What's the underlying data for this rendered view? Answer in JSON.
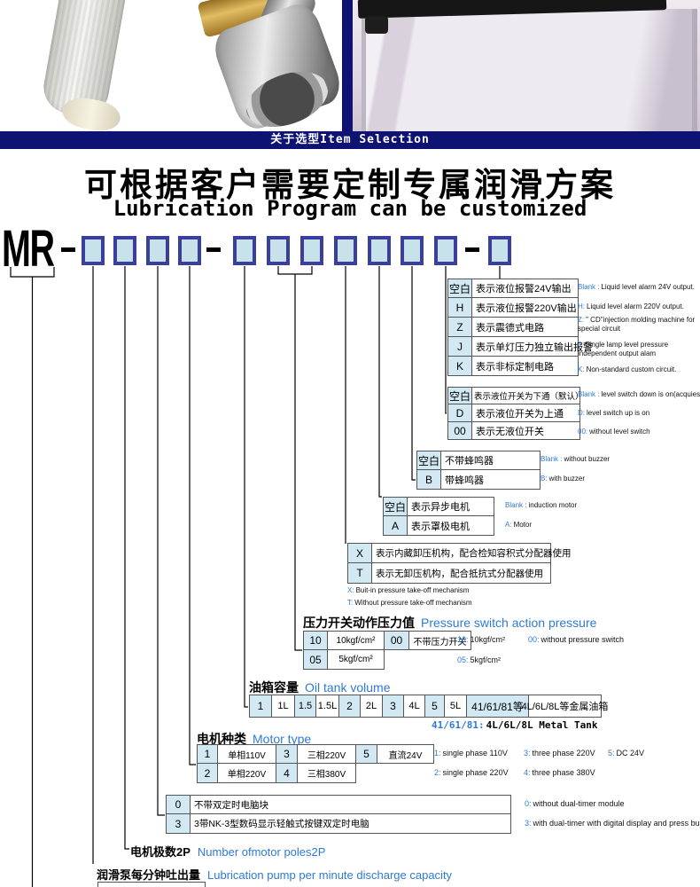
{
  "band": {
    "cn": "关于选型",
    "en": "Item Selection"
  },
  "title": {
    "cn": "可根据客户需要定制专属润滑方案",
    "en": "Lubrication Program can be customized"
  },
  "model_code": {
    "prefix": "MR",
    "separator": "-"
  },
  "alarm_output": {
    "rows": [
      {
        "code": "空白",
        "desc": "表示液位报警24V输出",
        "en_key": "Blank :",
        "en_text": "Liquid level alarm 24V output."
      },
      {
        "code": "H",
        "desc": "表示液位报警220V输出",
        "en_key": "H:",
        "en_text": "Liquid level alarm 220V output."
      },
      {
        "code": "Z",
        "desc": "表示震德式电路",
        "en_key": "Z:",
        "en_text": "\" CD\"injection molding machine for special circuit"
      },
      {
        "code": "J",
        "desc": "表示单灯压力独立输出报警",
        "en_key": "J:",
        "en_text": "Single lamp level pressure independent output alam"
      },
      {
        "code": "K",
        "desc": "表示非标定制电路",
        "en_key": "K:",
        "en_text": "Non-standard custom circuit."
      }
    ]
  },
  "level_switch": {
    "rows": [
      {
        "code": "空白",
        "desc": "表示液位开关为下通（默认）",
        "en_key": "Blank :",
        "en_text": "level switch down is on(acquiesce in)"
      },
      {
        "code": "D",
        "desc": "表示液位开关为上通",
        "en_key": "D:",
        "en_text": "level switch up is on"
      },
      {
        "code": "00",
        "desc": "表示无液位开关",
        "en_key": "00:",
        "en_text": "without level switch"
      }
    ]
  },
  "buzzer": {
    "rows": [
      {
        "code": "空白",
        "desc": "不带蜂鸣器",
        "en_key": "Blank :",
        "en_text": "without buzzer"
      },
      {
        "code": "B",
        "desc": "带蜂鸣器",
        "en_key": "B:",
        "en_text": "with buzzer"
      }
    ]
  },
  "motor": {
    "rows": [
      {
        "code": "空白",
        "desc": "表示异步电机",
        "en_key": "Blank :",
        "en_text": "induction motor"
      },
      {
        "code": "A",
        "desc": "表示罩极电机",
        "en_key": "A:",
        "en_text": "Motor"
      }
    ]
  },
  "pressure_takeoff": {
    "rows": [
      {
        "code": "X",
        "desc": "表示内藏卸压机构，配合检知容积式分配器使用"
      },
      {
        "code": "T",
        "desc": "表示无卸压机构，配合抵抗式分配器使用"
      }
    ],
    "notes": [
      {
        "key": "X:",
        "text": "Buit-in pressure take-off mechanism"
      },
      {
        "key": "T:",
        "text": "Without pressure take-off mechanism"
      }
    ]
  },
  "pressure_switch": {
    "title_cn": "压力开关动作压力值",
    "title_en": "Pressure switch action pressure",
    "r1c1": "10",
    "r1v1": "10kgf/cm²",
    "r1c2": "00",
    "r1v2": "不带压力开关",
    "r2c1": "05",
    "r2v1": "5kgf/cm²",
    "notes": [
      {
        "key": "10:",
        "text": "10kgf/cm²"
      },
      {
        "key": "00:",
        "text": "without pressure switch"
      },
      {
        "key": "05:",
        "text": "5kgf/cm²"
      }
    ]
  },
  "tank": {
    "title_cn": "油箱容量",
    "title_en": "Oil tank volume",
    "cells": [
      "1",
      "1L",
      "1.5",
      "1.5L",
      "2",
      "2L",
      "3",
      "4L",
      "5",
      "5L",
      "41/61/81等",
      "4L/6L/8L等金属油箱"
    ],
    "note_key": "41/61/81:",
    "note_text": "4L/6L/8L Metal Tank"
  },
  "motor_type": {
    "title_cn": "电机种类",
    "title_en": "Motor type",
    "row1": [
      "1",
      "单相110V",
      "3",
      "三相220V",
      "5",
      "直流24V"
    ],
    "row2": [
      "2",
      "单相220V",
      "4",
      "三相380V"
    ],
    "notes1": [
      {
        "key": "1:",
        "text": "single phase 110V"
      },
      {
        "key": "3:",
        "text": "three phase 220V"
      },
      {
        "key": "5:",
        "text": "DC 24V"
      }
    ],
    "notes2": [
      {
        "key": "2:",
        "text": "single phase 220V"
      },
      {
        "key": "4:",
        "text": "three phase 380V"
      }
    ]
  },
  "timer": {
    "rows": [
      {
        "code": "0",
        "desc": "不带双定时电脑块",
        "en_key": "0:",
        "en_text": "without dual-timer module"
      },
      {
        "code": "3",
        "desc": "3带NK-3型数码显示轻触式按键双定时电脑",
        "en_key": "3:",
        "en_text": "with dual-timer with digital display and press buttons"
      }
    ]
  },
  "poles": {
    "cn": "电机极数2P",
    "en": "Number ofmotor poles2P"
  },
  "discharge": {
    "cn": "润滑泵每分钟吐出量",
    "en": "Lubrication pump per minute discharge capacity"
  }
}
